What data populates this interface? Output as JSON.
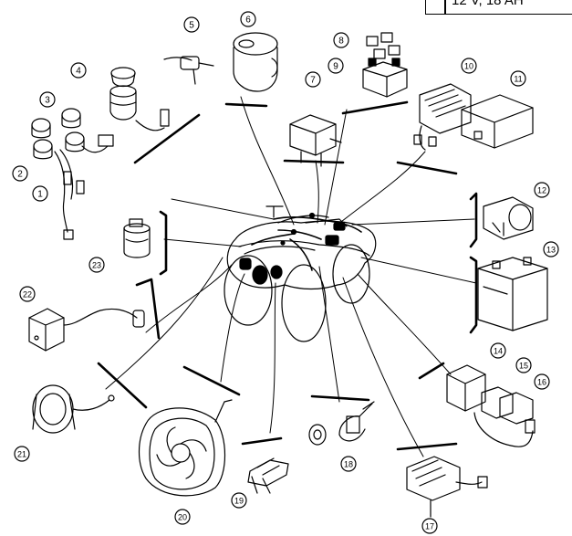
{
  "spec_box": {
    "text": "12 V, 18 AH"
  },
  "callouts": [
    "1",
    "2",
    "3",
    "4",
    "5",
    "6",
    "7",
    "8",
    "9",
    "10",
    "11",
    "12",
    "13",
    "14",
    "15",
    "16",
    "17",
    "18",
    "19",
    "20",
    "21",
    "22",
    "23"
  ]
}
